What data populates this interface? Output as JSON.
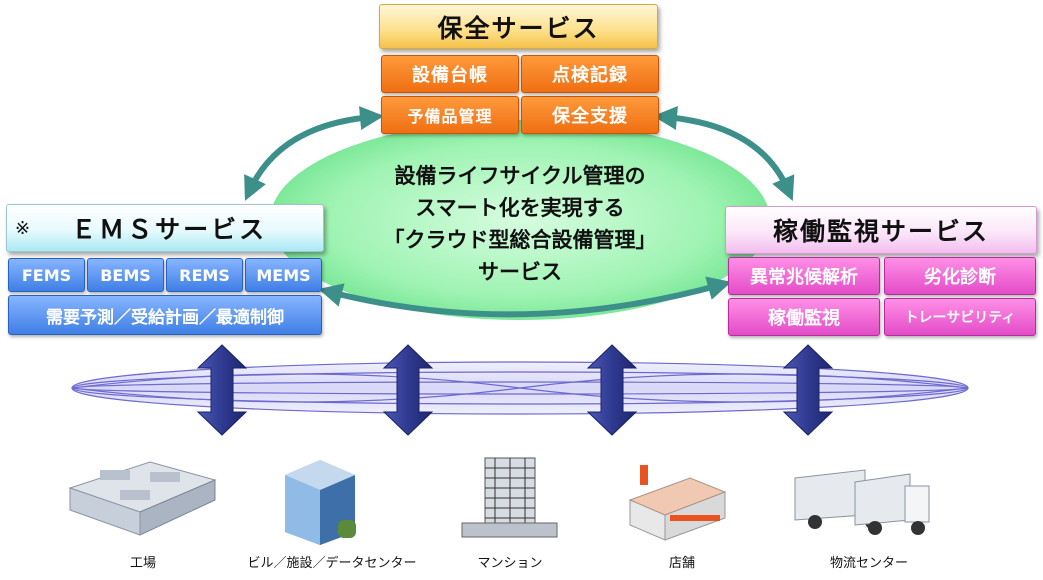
{
  "center": {
    "lines": [
      "設備ライフサイクル管理の",
      "スマート化を実現する",
      "「クラウド型総合設備管理」",
      "サービス"
    ]
  },
  "maintenance": {
    "title": "保全サービス",
    "items": [
      "設備台帳",
      "点検記録",
      "予備品管理",
      "保全支援"
    ]
  },
  "ems": {
    "mark": "※",
    "title": "ＥＭＳサービス",
    "items": [
      "FEMS",
      "BEMS",
      "REMS",
      "MEMS"
    ],
    "wide_item": "需要予測／受給計画／最適制御"
  },
  "monitoring": {
    "title": "稼働監視サービス",
    "items": [
      "異常兆候解析",
      "劣化診断",
      "稼働監視",
      "トレーサビリティ"
    ]
  },
  "buildings": [
    {
      "label": "工場",
      "icon": "factory-icon"
    },
    {
      "label": "ビル／施設／データセンター",
      "icon": "office-building-icon"
    },
    {
      "label": "マンション",
      "icon": "apartment-icon"
    },
    {
      "label": "店舗",
      "icon": "store-icon"
    },
    {
      "label": "物流センター",
      "icon": "trucks-icon"
    }
  ],
  "colors": {
    "ellipse_green": "#8ff0a4",
    "ring_blue": "#c9c8f5",
    "arrow_navy": "#2e3a8c",
    "cycle_arrow_teal": "#3d8f8a"
  }
}
